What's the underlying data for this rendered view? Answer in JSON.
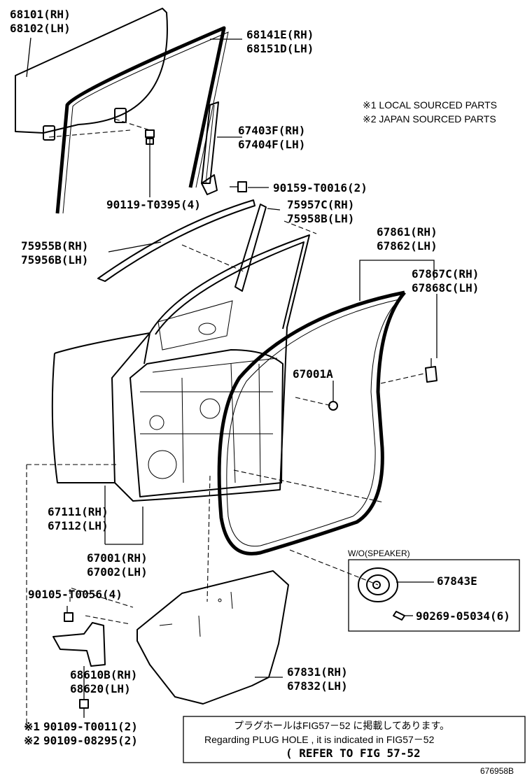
{
  "labels": {
    "glass_rh": "68101(RH)",
    "glass_lh": "68102(LH)",
    "run_rh": "68141E(RH)",
    "run_lh": "68151D(LH)",
    "frame_rh": "67403F(RH)",
    "frame_lh": "67404F(LH)",
    "bolt_a": "90159-T0016(2)",
    "bolt_b": "90119-T0395(4)",
    "moulding_rear_rh": "75957C(RH)",
    "moulding_rear_lh": "75958B(LH)",
    "moulding_belt_rh": "75955B(RH)",
    "moulding_belt_lh": "75956B(LH)",
    "weatherstrip_rh": "67861(RH)",
    "weatherstrip_lh": "67862(LH)",
    "clip_rh": "67867C(RH)",
    "clip_lh": "67868C(LH)",
    "plug": "67001A",
    "panel_rh": "67111(RH)",
    "panel_lh": "67112(LH)",
    "door_rh": "67001(RH)",
    "door_lh": "67002(LH)",
    "bolt_c": "90105-T0056(4)",
    "check_rh": "68610B(RH)",
    "check_lh": "68620(LH)",
    "bolt_d_mark": "※1",
    "bolt_d": "90109-T0011(2)",
    "bolt_e_mark": "※2",
    "bolt_e": "90109-08295(2)",
    "cover_rh": "67831(RH)",
    "cover_lh": "67832(LH)",
    "speaker_cond": "W/O(SPEAKER)",
    "speaker_part": "67843E",
    "screw": "90269-05034(6)"
  },
  "notes": {
    "local": "※1 LOCAL SOURCED PARTS",
    "japan": "※2 JAPAN SOURCED PARTS"
  },
  "reference": {
    "japanese": "プラグホールはFIG57－52 に掲載してあります。",
    "english": "Regarding  PLUG HOLE  , it is  indicated  in  FIG57－52",
    "refer": "( REFER TO FIG 57-52"
  },
  "figure_id": "676958B"
}
